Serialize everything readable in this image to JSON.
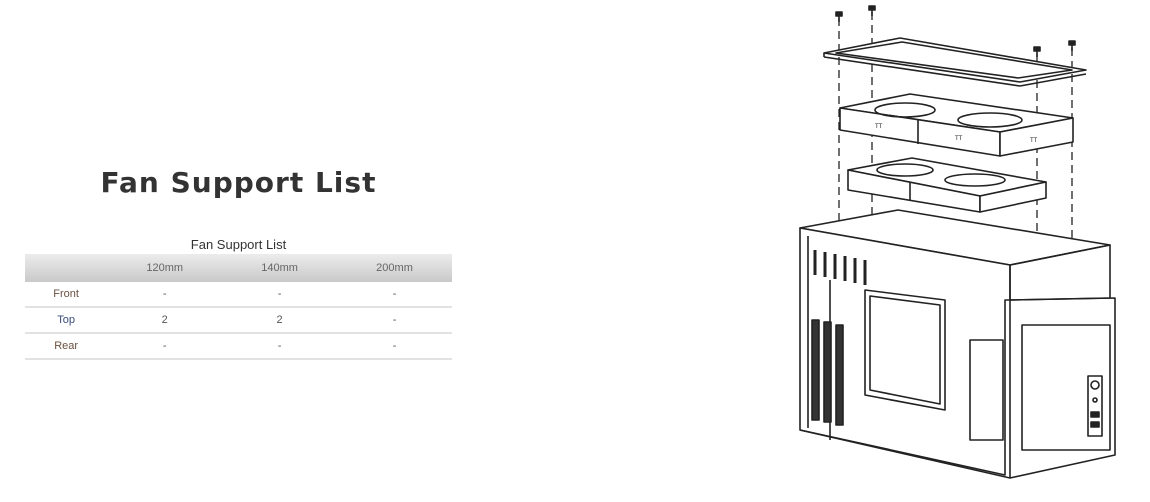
{
  "heading": "Fan Support List",
  "table": {
    "caption": "Fan Support List",
    "columns": [
      "",
      "120mm",
      "140mm",
      "200mm"
    ],
    "rows": [
      {
        "label": "Front",
        "values": [
          "-",
          "-",
          "-"
        ]
      },
      {
        "label": "Top",
        "values": [
          "2",
          "2",
          "-"
        ]
      },
      {
        "label": "Rear",
        "values": [
          "-",
          "-",
          "-"
        ]
      }
    ]
  },
  "illustration": {
    "icon": "case-exploded-view-diagram"
  }
}
